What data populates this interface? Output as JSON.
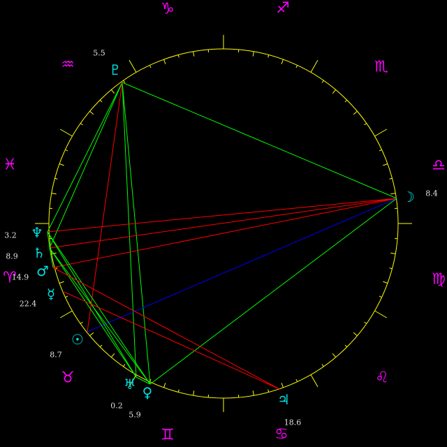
{
  "colors": {
    "background": "#000000",
    "wheel": "#ffff00",
    "sign": "#ff00ff",
    "planet": "#00e0e0",
    "degree": "#e0e0e0",
    "aspect_trine_sextile": "#00ff00",
    "aspect_square_opposition": "#ff0000",
    "aspect_other": "#0000ff"
  },
  "signs": [
    {
      "name": "capricorn",
      "glyph": "♑︎"
    },
    {
      "name": "sagittarius",
      "glyph": "♐︎"
    },
    {
      "name": "scorpio",
      "glyph": "♏︎"
    },
    {
      "name": "libra",
      "glyph": "♎︎"
    },
    {
      "name": "virgo",
      "glyph": "♍︎"
    },
    {
      "name": "leo",
      "glyph": "♌︎"
    },
    {
      "name": "cancer",
      "glyph": "♋︎"
    },
    {
      "name": "gemini",
      "glyph": "♊︎"
    },
    {
      "name": "taurus",
      "glyph": "♉︎"
    },
    {
      "name": "aries",
      "glyph": "♈︎"
    },
    {
      "name": "pisces",
      "glyph": "♓︎"
    },
    {
      "name": "aquarius",
      "glyph": "♒︎"
    }
  ],
  "planets": [
    {
      "name": "pluto",
      "glyph": "♇",
      "degree": "5.5"
    },
    {
      "name": "moon",
      "glyph": "☽︎",
      "degree": "8.4"
    },
    {
      "name": "neptune",
      "glyph": "♆",
      "degree": "3.2"
    },
    {
      "name": "saturn",
      "glyph": "♄︎",
      "degree": "8.9"
    },
    {
      "name": "mars",
      "glyph": "♂︎",
      "degree": "14.9"
    },
    {
      "name": "mercury",
      "glyph": "☿︎",
      "degree": "22.4"
    },
    {
      "name": "sun",
      "glyph": "☉︎",
      "degree": "8.7"
    },
    {
      "name": "uranus",
      "glyph": "♅︎",
      "degree": "0.2"
    },
    {
      "name": "venus",
      "glyph": "♀︎",
      "degree": "5.9"
    },
    {
      "name": "jupiter",
      "glyph": "♃︎",
      "degree": "18.6"
    }
  ],
  "aspects": [
    [
      "pluto",
      "moon",
      "green"
    ],
    [
      "pluto",
      "neptune",
      "green"
    ],
    [
      "pluto",
      "saturn",
      "green"
    ],
    [
      "pluto",
      "uranus",
      "green"
    ],
    [
      "pluto",
      "venus",
      "green"
    ],
    [
      "pluto",
      "sun",
      "red"
    ],
    [
      "moon",
      "neptune",
      "red"
    ],
    [
      "moon",
      "saturn",
      "red"
    ],
    [
      "moon",
      "mars",
      "red"
    ],
    [
      "moon",
      "sun",
      "blue"
    ],
    [
      "moon",
      "venus",
      "green"
    ],
    [
      "neptune",
      "uranus",
      "green"
    ],
    [
      "neptune",
      "venus",
      "green"
    ],
    [
      "saturn",
      "uranus",
      "green"
    ],
    [
      "saturn",
      "venus",
      "green"
    ],
    [
      "mars",
      "jupiter",
      "red"
    ],
    [
      "mercury",
      "jupiter",
      "red"
    ],
    [
      "neptune",
      "saturn",
      "green"
    ],
    [
      "saturn",
      "mars",
      "green"
    ],
    [
      "uranus",
      "venus",
      "green"
    ]
  ]
}
